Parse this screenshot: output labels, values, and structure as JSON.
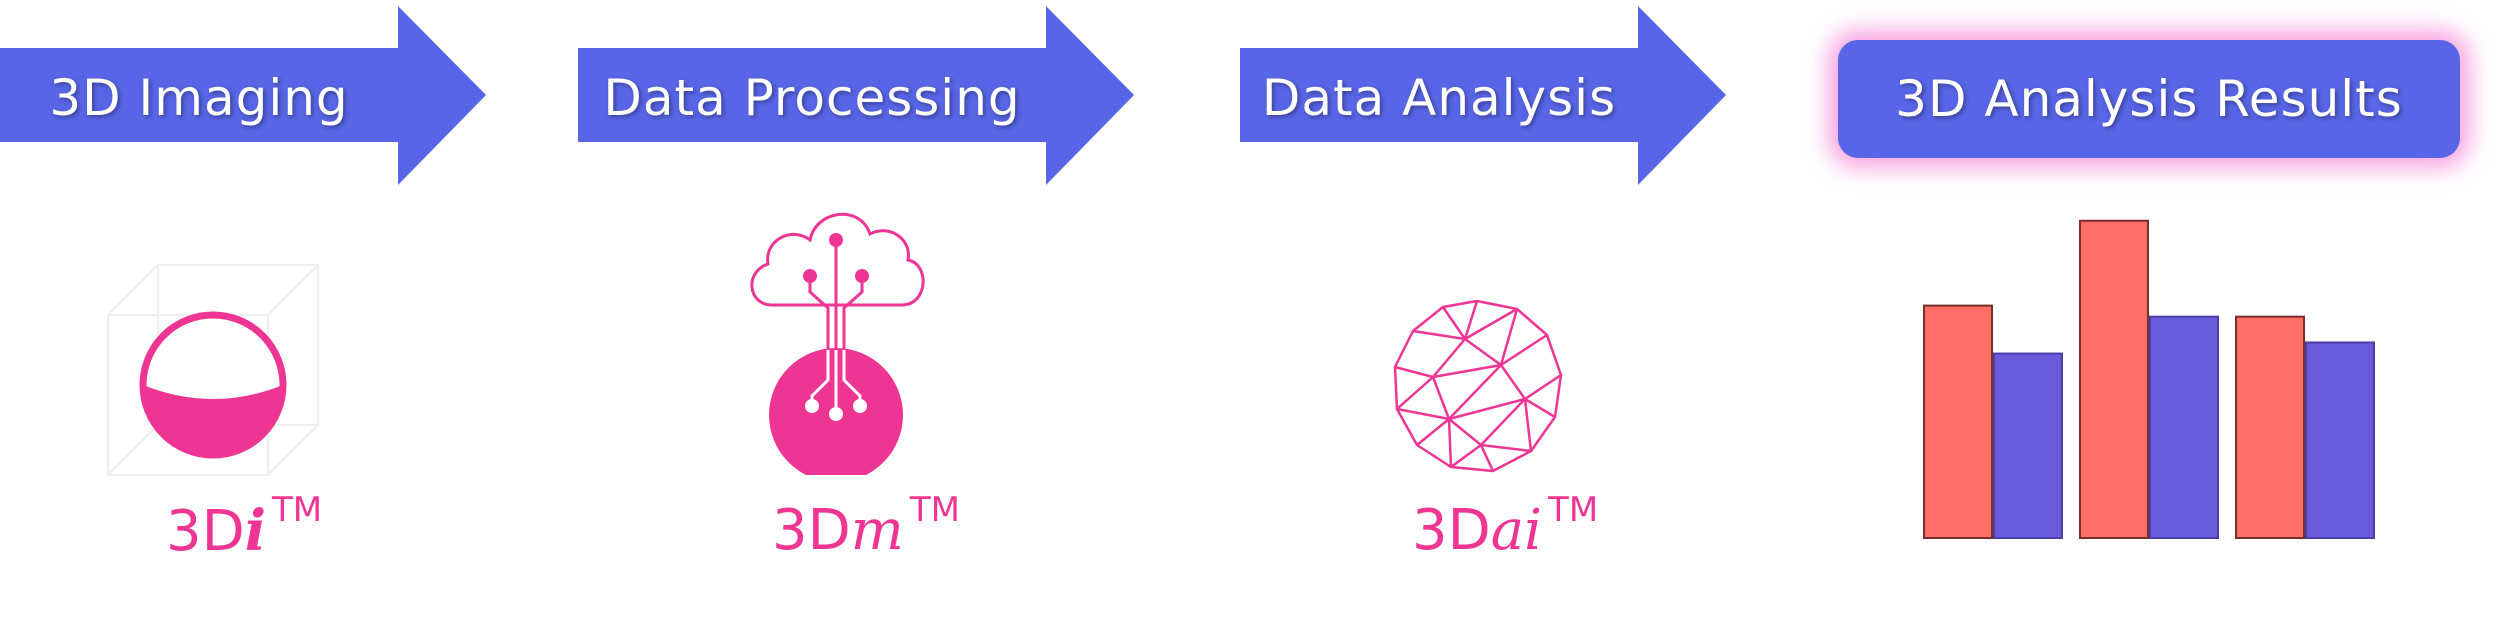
{
  "colors": {
    "arrow": "#5865E6",
    "brand": "#EE3594",
    "bar_red": "#FF6E64",
    "bar_purple": "#6A5BDD"
  },
  "steps": [
    {
      "label": "3D Imaging",
      "brand_prefix": "3D",
      "brand_suffix": "i",
      "brand_mark": "TM",
      "icon": "hemisphere-in-cube-icon"
    },
    {
      "label": "Data Processing",
      "brand_prefix": "3D",
      "brand_suffix": "m",
      "brand_mark": "TM",
      "icon": "cloud-circuit-icon"
    },
    {
      "label": "Data Analysis",
      "brand_prefix": "3D",
      "brand_suffix": "ai",
      "brand_mark": "TM",
      "icon": "geodesic-sphere-icon"
    }
  ],
  "result": {
    "label": "3D Analysis Results",
    "icon": "bar-chart-icon"
  },
  "chart_data": {
    "type": "bar",
    "categories": [
      "",
      "",
      ""
    ],
    "series": [
      {
        "values": [
          6.3,
          8.6,
          6.0
        ],
        "color": "#FF6E64"
      },
      {
        "values": [
          5.0,
          6.0,
          5.3
        ],
        "color": "#6A5BDD"
      }
    ],
    "ylim": [
      0,
      9
    ],
    "grid": false
  }
}
